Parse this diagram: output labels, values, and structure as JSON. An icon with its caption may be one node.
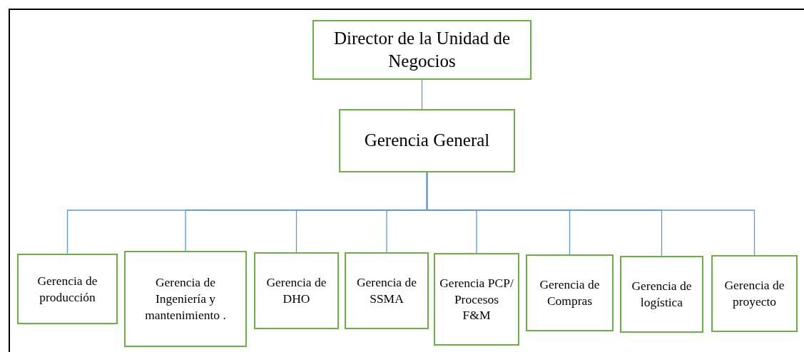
{
  "diagram": {
    "nodes": [
      {
        "text": [
          "Director de la Unidad de Negocios"
        ]
      },
      {
        "text": [
          "Gerencia General"
        ]
      },
      {
        "text": [
          "Gerencia de producción"
        ]
      },
      {
        "text": [
          "Gerencia de Ingeniería y mantenimiento ."
        ]
      },
      {
        "text": [
          "Gerencia de DHO"
        ]
      },
      {
        "text": [
          "Gerencia de SSMA"
        ]
      },
      {
        "text": [
          "Gerencia PCP/ Procesos F&M"
        ]
      },
      {
        "text": [
          "Gerencia de Compras"
        ]
      },
      {
        "text": [
          "Gerencia de logística"
        ]
      },
      {
        "text": [
          "Gerencia de proyecto"
        ]
      }
    ],
    "edges": [
      {
        "from": 0,
        "to": 1,
        "arrow": "none"
      },
      {
        "from": 1,
        "to": 2,
        "arrow": "none"
      },
      {
        "from": 1,
        "to": 3,
        "arrow": "none"
      },
      {
        "from": 1,
        "to": 4,
        "arrow": "none"
      },
      {
        "from": 1,
        "to": 5,
        "arrow": "none"
      },
      {
        "from": 1,
        "to": 6,
        "arrow": "none"
      },
      {
        "from": 1,
        "to": 7,
        "arrow": "none"
      },
      {
        "from": 1,
        "to": 8,
        "arrow": "none"
      },
      {
        "from": 1,
        "to": 9,
        "arrow": "none"
      }
    ]
  }
}
